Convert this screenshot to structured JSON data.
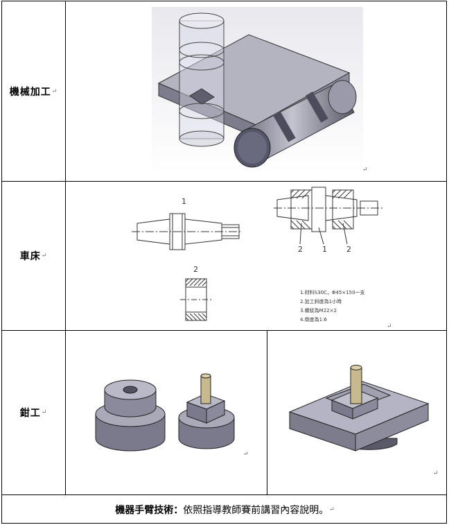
{
  "rows": [
    {
      "label": "機械加工",
      "mark": "↵"
    },
    {
      "label": "車床",
      "mark": "↵"
    },
    {
      "label": "鉗工",
      "mark": "↵"
    }
  ],
  "lathe": {
    "label_1_left": "1",
    "label_2_left": "2",
    "labels_right": [
      "2",
      "1",
      "2"
    ],
    "notes": [
      "1.材料S30C，Φ45×150一支",
      "2.加工斜度為1小時",
      "3.螺紋為M22×2",
      "4.倒度為1:6"
    ]
  },
  "footer": {
    "bold": "機器手臂技術：",
    "text": "依照指導教師賽前講習內容說明。",
    "mark": "↵"
  },
  "para_mark": "↵"
}
